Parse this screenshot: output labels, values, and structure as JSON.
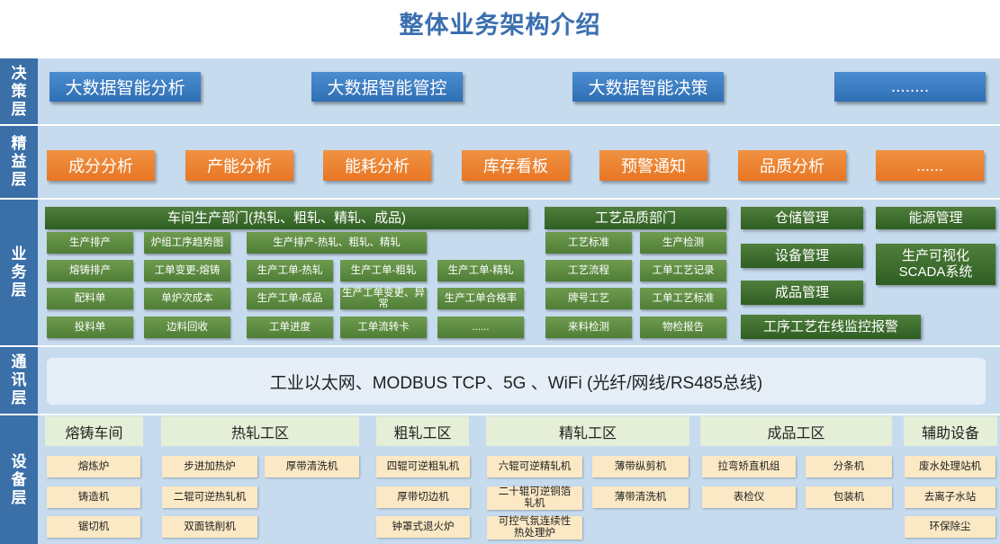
{
  "title": "整体业务架构介绍",
  "layers": {
    "decision": "决策层",
    "lean": "精益层",
    "business": "业务层",
    "comm": "通讯层",
    "equipment": "设备层"
  },
  "decision_items": [
    "大数据智能分析",
    "大数据智能管控",
    "大数据智能决策",
    "........"
  ],
  "lean_items": [
    "成分分析",
    "产能分析",
    "能耗分析",
    "库存看板",
    "预警通知",
    "品质分析",
    "......"
  ],
  "business": {
    "workshop_title": "车间生产部门(热轧、粗轧、精轧、成品)",
    "workshop_cells": {
      "c1": "生产排产",
      "c2": "炉组工序趋势图",
      "c3": "生产排产-热轧、粗轧、精轧",
      "c4": "熔铸排产",
      "c5": "工单变更-熔铸",
      "c6": "生产工单-热轧",
      "c7": "生产工单-粗轧",
      "c8": "生产工单-精轧",
      "c9": "配料单",
      "c10": "单炉次成本",
      "c11": "生产工单-成品",
      "c12": "生产工单变更、异常",
      "c13": "生产工单合格率",
      "c14": "投料单",
      "c15": "边料回收",
      "c16": "工单进度",
      "c17": "工单流转卡",
      "c18": "......"
    },
    "quality_title": "工艺品质部门",
    "quality_cells": {
      "q1": "工艺标准",
      "q2": "生产检测",
      "q3": "工艺流程",
      "q4": "工单工艺记录",
      "q5": "牌号工艺",
      "q6": "工单工艺标准",
      "q7": "来料检测",
      "q8": "物检报告"
    },
    "right_items": {
      "warehouse": "仓储管理",
      "energy": "能源管理",
      "device": "设备管理",
      "visual": "生产可视化SCADA系统",
      "product": "成品管理",
      "monitor": "工序工艺在线监控报警"
    }
  },
  "comm_text": "工业以太网、MODBUS TCP、5G 、WiFi    (光纤/网线/RS485总线)",
  "equipment": {
    "casting": {
      "title": "熔铸车间",
      "items": [
        "熔炼炉",
        "铸造机",
        "锯切机"
      ]
    },
    "hot": {
      "title": "热轧工区",
      "items": [
        "步进加热炉",
        "二辊可逆热轧机",
        "双面铣削机",
        "厚带清洗机"
      ]
    },
    "rough": {
      "title": "粗轧工区",
      "items": [
        "四辊可逆粗轧机",
        "厚带切边机",
        "钟罩式退火炉"
      ]
    },
    "fine": {
      "title": "精轧工区",
      "items": [
        "六辊可逆精轧机",
        "二十辊可逆铜箔轧机",
        "可控气氛连续性热处理炉",
        "薄带纵剪机",
        "薄带清洗机"
      ]
    },
    "product": {
      "title": "成品工区",
      "items": [
        "拉弯矫直机组",
        "表检仪",
        "分条机",
        "包装机"
      ]
    },
    "aux": {
      "title": "辅助设备",
      "items": [
        "废水处理站机",
        "去离子水站",
        "环保除尘"
      ]
    }
  },
  "colors": {
    "title": "#3a6fb0",
    "layer_label": "#3a6fa8",
    "decision_button": "#2f6fb5",
    "lean_button": "#e87624",
    "business_green": "#4f7e36",
    "equipment_header": "#e5eed6",
    "equipment_cell": "#fbe8c4"
  }
}
